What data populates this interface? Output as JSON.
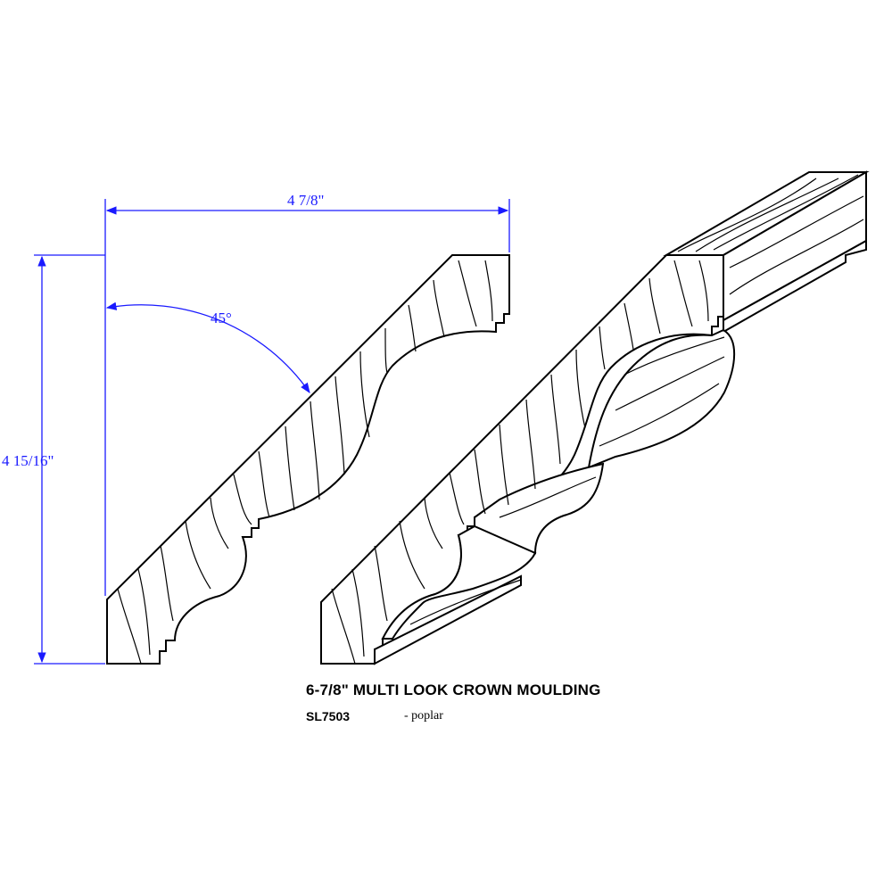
{
  "dimensions": {
    "width_label": "4 7/8\"",
    "height_label": "4 15/16\"",
    "angle_label": "45°"
  },
  "product": {
    "title": "6-7/8\" MULTI LOOK CROWN MOULDING",
    "code": "SL7503",
    "material": "- poplar"
  },
  "colors": {
    "dimension": "#1a1aff",
    "outline": "#000000",
    "background": "#ffffff"
  }
}
